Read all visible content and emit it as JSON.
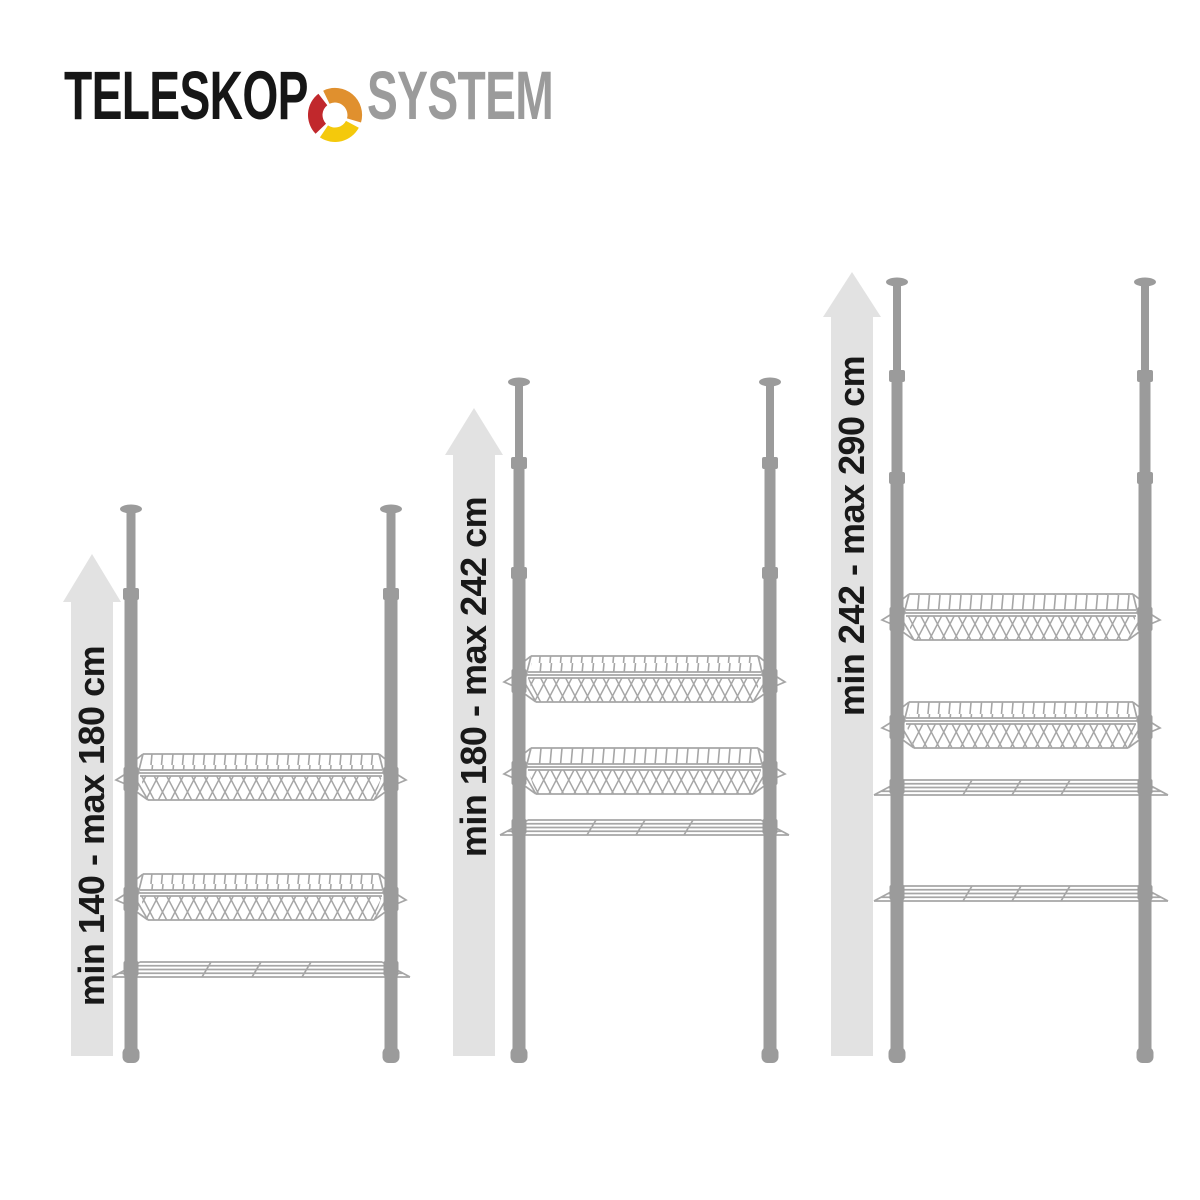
{
  "brand": {
    "word_dark": "TELESKOP",
    "word_gray": "SYSTEM",
    "icon": "donut-segments-icon",
    "icon_colors": {
      "red": "#c1282c",
      "orange": "#e0902e",
      "yellow": "#f4c90c"
    },
    "word_dark_color": "#161616",
    "word_gray_color": "#9b9b9b"
  },
  "units": [
    {
      "label": "min 140 - max 180 cm",
      "baskets": 2,
      "wire_shelves": 1
    },
    {
      "label": "min 180 - max 242 cm",
      "baskets": 2,
      "wire_shelves": 1
    },
    {
      "label": "min 242 - max 290 cm",
      "baskets": 2,
      "wire_shelves": 2
    }
  ],
  "arrow_color": "#e2e2e2",
  "pole_color": "#9b9b9b",
  "wire_color": "#a6a6a6",
  "label_color": "#191919"
}
